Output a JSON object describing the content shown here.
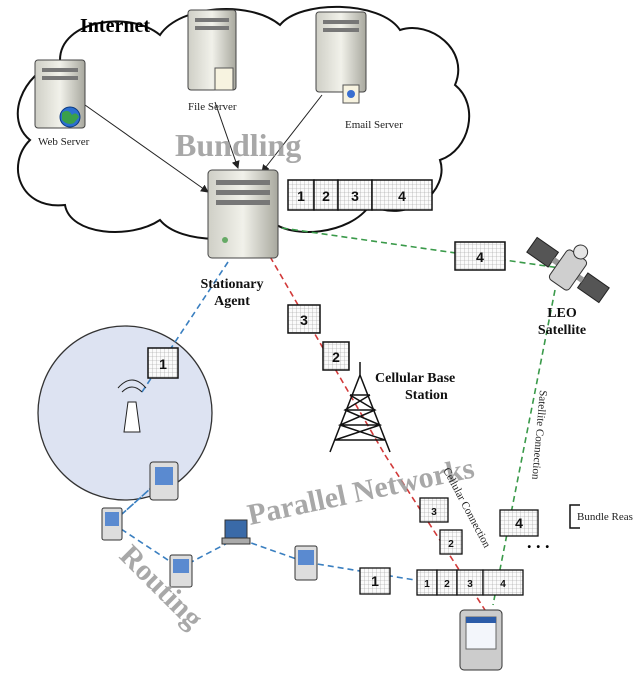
{
  "labels": {
    "internet": "Internet",
    "web_server": "Web Server",
    "file_server": "File Server",
    "email_server": "Email Server",
    "bundling": "Bundling",
    "stationary_agent_1": "Stationary",
    "stationary_agent_2": "Agent",
    "leo_1": "LEO",
    "leo_2": "Satellite",
    "cellular_1": "Cellular Base",
    "cellular_2": "Station",
    "parallel_networks": "Parallel Networks",
    "routing": "Routing",
    "satellite_connection": "Satellite Connection",
    "cellular_connection": "Cellular Connection",
    "bundle_reassembly": "Bundle Reas",
    "ellipsis": ". . ."
  },
  "bundle": [
    "1",
    "2",
    "3",
    "4"
  ],
  "bundle_small": [
    "1",
    "2",
    "3",
    "4"
  ],
  "packets": {
    "satellite_mid": "4",
    "cellular_a": "3",
    "cellular_b": "2",
    "wifi": "1",
    "cellular_c": "3",
    "cellular_d": "2",
    "satellite_low": "4",
    "routing_pkt": "1"
  },
  "colors": {
    "satellite_link": "#3a9a4a",
    "cellular_link": "#d23a3a",
    "wifi_link": "#3a7fc0",
    "wifi_cell": "#dde3f2"
  }
}
